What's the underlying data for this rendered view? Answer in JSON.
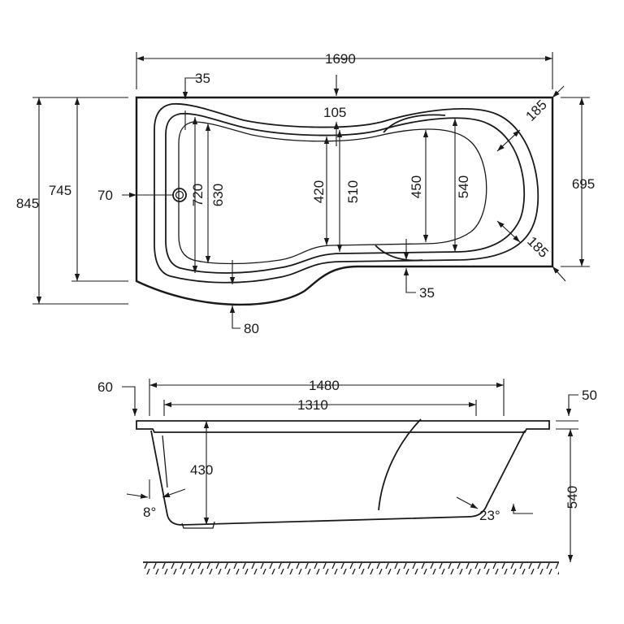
{
  "plan_view": {
    "overall_length": "1690",
    "overall_width": "845",
    "rear_width": "745",
    "square_end_width": "695",
    "rim_top_left": "35",
    "rim_top_mid": "105",
    "rim_bottom": "35",
    "rim_front_curve": "80",
    "waste_offset": "70",
    "inner_720": "720",
    "inner_630": "630",
    "inner_420": "420",
    "inner_510": "510",
    "inner_450": "450",
    "inner_540": "540",
    "corner_top": "185",
    "corner_bottom": "185"
  },
  "side_view": {
    "top_length": "1480",
    "bottom_length": "1310",
    "depth": "430",
    "height": "540",
    "rim_left": "60",
    "rim_right": "50",
    "angle_left": "8°",
    "angle_right": "23°"
  },
  "colors": {
    "line": "#1a1a1a",
    "background": "#ffffff"
  }
}
